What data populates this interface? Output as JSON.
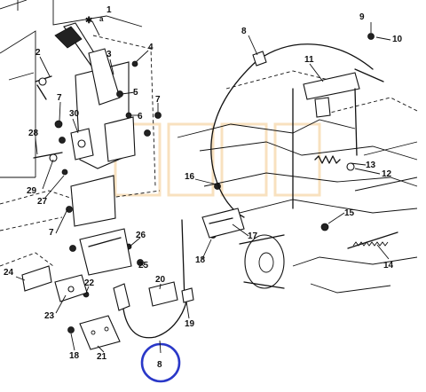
{
  "diagram": {
    "callouts": [
      {
        "id": "c1",
        "text": "1"
      },
      {
        "id": "c2",
        "text": "2"
      },
      {
        "id": "c3",
        "text": "3"
      },
      {
        "id": "c4",
        "text": "4"
      },
      {
        "id": "c5",
        "text": "5"
      },
      {
        "id": "c6",
        "text": "6"
      },
      {
        "id": "c7a",
        "text": "7"
      },
      {
        "id": "c7b",
        "text": "7"
      },
      {
        "id": "c7c",
        "text": "7"
      },
      {
        "id": "c8a",
        "text": "8"
      },
      {
        "id": "c8b",
        "text": "8"
      },
      {
        "id": "c9",
        "text": "9"
      },
      {
        "id": "c10",
        "text": "10"
      },
      {
        "id": "c11",
        "text": "11"
      },
      {
        "id": "c12",
        "text": "12"
      },
      {
        "id": "c13",
        "text": "13"
      },
      {
        "id": "c14",
        "text": "14"
      },
      {
        "id": "c15",
        "text": "15"
      },
      {
        "id": "c16",
        "text": "16"
      },
      {
        "id": "c17",
        "text": "17"
      },
      {
        "id": "c18a",
        "text": "18"
      },
      {
        "id": "c18b",
        "text": "18"
      },
      {
        "id": "c19",
        "text": "19"
      },
      {
        "id": "c20",
        "text": "20"
      },
      {
        "id": "c21",
        "text": "21"
      },
      {
        "id": "c22",
        "text": "22"
      },
      {
        "id": "c23",
        "text": "23"
      },
      {
        "id": "c24",
        "text": "24"
      },
      {
        "id": "c25",
        "text": "25"
      },
      {
        "id": "c26",
        "text": "26"
      },
      {
        "id": "c27",
        "text": "27"
      },
      {
        "id": "c28",
        "text": "28"
      },
      {
        "id": "c29",
        "text": "29"
      },
      {
        "id": "c30",
        "text": "30"
      },
      {
        "id": "cstar",
        "text": "✱"
      },
      {
        "id": "ca",
        "text": "a"
      }
    ],
    "highlight_color": "#2a38c8"
  }
}
